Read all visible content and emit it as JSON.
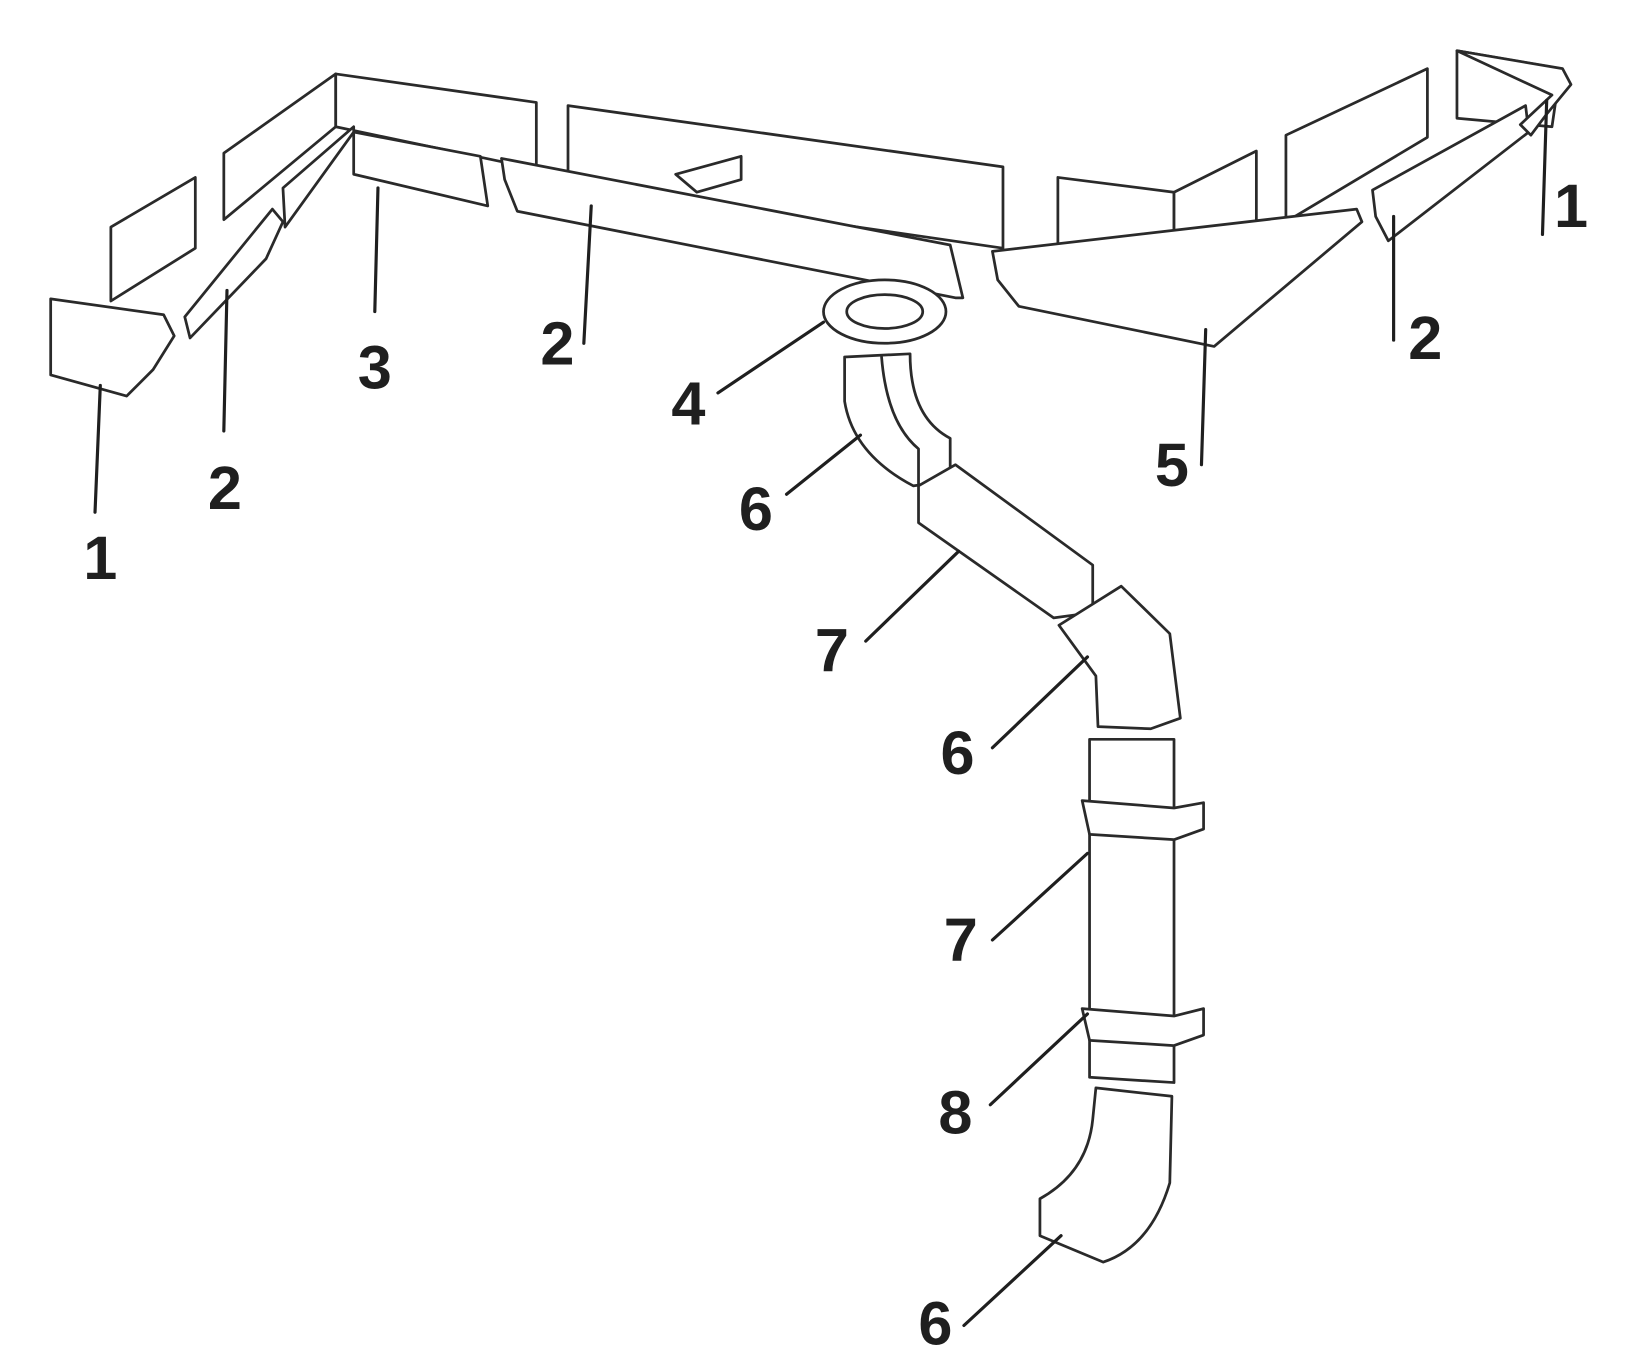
{
  "diagram": {
    "title": "",
    "callouts": [
      {
        "label": "1",
        "part": "end-cap-left"
      },
      {
        "label": "2",
        "part": "gutter-left"
      },
      {
        "label": "3",
        "part": "inner-corner"
      },
      {
        "label": "2",
        "part": "gutter-center"
      },
      {
        "label": "4",
        "part": "outlet"
      },
      {
        "label": "6",
        "part": "elbow-top"
      },
      {
        "label": "7",
        "part": "pipe-diagonal"
      },
      {
        "label": "6",
        "part": "elbow-middle"
      },
      {
        "label": "7",
        "part": "pipe-vertical"
      },
      {
        "label": "8",
        "part": "bracket"
      },
      {
        "label": "6",
        "part": "elbow-bottom"
      },
      {
        "label": "5",
        "part": "outer-corner"
      },
      {
        "label": "2",
        "part": "gutter-right"
      },
      {
        "label": "1",
        "part": "end-cap-right"
      }
    ]
  }
}
